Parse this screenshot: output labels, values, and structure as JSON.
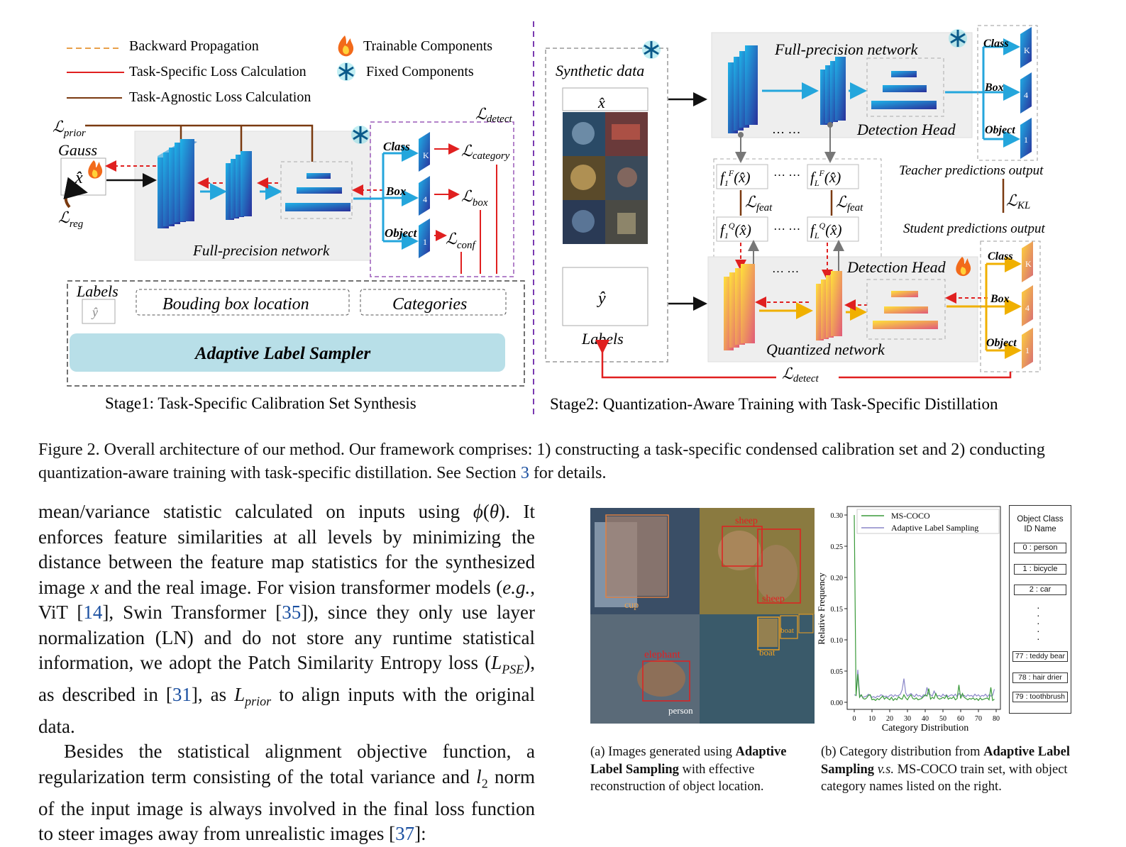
{
  "legend": {
    "backward": "Backward Propagation",
    "task_specific": "Task-Specific Loss Calculation",
    "task_agnostic": "Task-Agnostic Loss Calculation",
    "trainable": "Trainable Components",
    "fixed": "Fixed Components"
  },
  "stage1": {
    "l_prior": "prior",
    "gauss": "Gauss",
    "x_hat": "x̂",
    "l_reg": "reg",
    "l_detect": "detect",
    "head_class": "Class",
    "head_box": "Box",
    "head_object": "Object",
    "out_k": "K",
    "out_4": "4",
    "out_1": "1",
    "l_category": "category",
    "l_box": "box",
    "l_conf": "conf",
    "network_label": "Full-precision network",
    "labels": "Labels",
    "y_hat": "ŷ",
    "bbox_location": "Bouding box location",
    "categories": "Categories",
    "sampler": "Adaptive Label Sampler",
    "title": "Stage1: Task-Specific Calibration Set Synthesis"
  },
  "stage2": {
    "synthetic": "Synthetic data",
    "x_hat": "x̂",
    "y_hat": "ŷ",
    "labels": "Labels",
    "fp_network": "Full-precision network",
    "detection_head": "Detection Head",
    "dots": "… …",
    "class": "Class",
    "box": "Box",
    "object": "Object",
    "out_k": "K",
    "out_4": "4",
    "out_1": "1",
    "teacher": "Teacher predictions output",
    "student": "Student predictions output",
    "l_kl": "KL",
    "l_feat": "feat",
    "l_detect": "detect",
    "q_network": "Quantized  network",
    "title": "Stage2: Quantization-Aware Training with Task-Specific Distillation"
  },
  "caption": {
    "text": "Figure 2.  Overall architecture of our method.  Our framework comprises:  1) constructing a task-specific condensed calibration set and 2) conducting quantization-aware training with task-specific distillation. See Section ",
    "ref": "3",
    "tail": " for details."
  },
  "panel_a": {
    "labels": [
      "cup",
      "sheep",
      "sheep",
      "elephant",
      "boat",
      "boat",
      "person"
    ],
    "caption_pre": "(a) Images generated using ",
    "caption_bold": "Adaptive Label Sampling",
    "caption_post": " with effective reconstruction of object location."
  },
  "panel_b": {
    "caption_pre": "(b) Category distribution from ",
    "caption_bold": "Adaptive Label Sampling",
    "caption_vs": " v.s.",
    "caption_post": " MS-COCO train set, with object category names listed on the right.",
    "class_title_1": "Object Class",
    "class_title_2": "ID Name",
    "classes": [
      "0 : person",
      "1 : bicycle",
      "2 : car",
      "77 : teddy bear",
      "78 : hair drier",
      "79 : toothbrush"
    ]
  },
  "chart_data": {
    "type": "line",
    "xlabel": "Category Distribution",
    "ylabel": "Relative Frequency",
    "xlim": [
      0,
      80
    ],
    "ylim": [
      0,
      0.3
    ],
    "xticks": [
      0,
      10,
      20,
      30,
      40,
      50,
      60,
      70,
      80
    ],
    "yticks": [
      "0.00",
      "0.05",
      "0.10",
      "0.15",
      "0.20",
      "0.25",
      "0.30"
    ],
    "legend_position": "top-right",
    "x": [
      0,
      1,
      2,
      3,
      4,
      5,
      6,
      7,
      8,
      9,
      10,
      11,
      12,
      13,
      14,
      15,
      16,
      17,
      18,
      19,
      20,
      21,
      22,
      23,
      24,
      25,
      26,
      27,
      28,
      29,
      30,
      31,
      32,
      33,
      34,
      35,
      36,
      37,
      38,
      39,
      40,
      41,
      42,
      43,
      44,
      45,
      46,
      47,
      48,
      49,
      50,
      51,
      52,
      53,
      54,
      55,
      56,
      57,
      58,
      59,
      60,
      61,
      62,
      63,
      64,
      65,
      66,
      67,
      68,
      69,
      70,
      71,
      72,
      73,
      74,
      75,
      76,
      77,
      78,
      79
    ],
    "series": [
      {
        "name": "MS-COCO",
        "color": "#3a9a3a",
        "values": [
          0.3,
          0.01,
          0.045,
          0.008,
          0.012,
          0.006,
          0.005,
          0.007,
          0.011,
          0.012,
          0.004,
          0.005,
          0.003,
          0.006,
          0.004,
          0.007,
          0.01,
          0.005,
          0.008,
          0.006,
          0.004,
          0.008,
          0.003,
          0.006,
          0.004,
          0.009,
          0.006,
          0.005,
          0.012,
          0.007,
          0.004,
          0.009,
          0.012,
          0.006,
          0.005,
          0.007,
          0.004,
          0.005,
          0.006,
          0.009,
          0.012,
          0.01,
          0.022,
          0.005,
          0.008,
          0.006,
          0.014,
          0.007,
          0.005,
          0.006,
          0.008,
          0.006,
          0.011,
          0.005,
          0.007,
          0.006,
          0.009,
          0.004,
          0.006,
          0.028,
          0.006,
          0.014,
          0.008,
          0.006,
          0.004,
          0.006,
          0.005,
          0.007,
          0.004,
          0.006,
          0.003,
          0.007,
          0.004,
          0.005,
          0.006,
          0.007,
          0.004,
          0.024,
          0.003,
          0.005
        ]
      },
      {
        "name": "Adaptive Label Sampling",
        "color": "#8a86c8",
        "values": [
          0.012,
          0.011,
          0.052,
          0.012,
          0.01,
          0.008,
          0.009,
          0.01,
          0.013,
          0.011,
          0.008,
          0.009,
          0.007,
          0.01,
          0.009,
          0.012,
          0.011,
          0.009,
          0.01,
          0.008,
          0.011,
          0.012,
          0.009,
          0.012,
          0.01,
          0.011,
          0.013,
          0.02,
          0.038,
          0.015,
          0.01,
          0.012,
          0.014,
          0.011,
          0.009,
          0.013,
          0.01,
          0.011,
          0.008,
          0.012,
          0.01,
          0.024,
          0.013,
          0.012,
          0.01,
          0.018,
          0.012,
          0.01,
          0.011,
          0.009,
          0.013,
          0.01,
          0.012,
          0.009,
          0.011,
          0.012,
          0.01,
          0.013,
          0.009,
          0.014,
          0.012,
          0.01,
          0.011,
          0.009,
          0.012,
          0.01,
          0.011,
          0.009,
          0.013,
          0.01,
          0.012,
          0.009,
          0.011,
          0.01,
          0.013,
          0.009,
          0.012,
          0.01,
          0.011,
          0.021
        ]
      }
    ]
  }
}
